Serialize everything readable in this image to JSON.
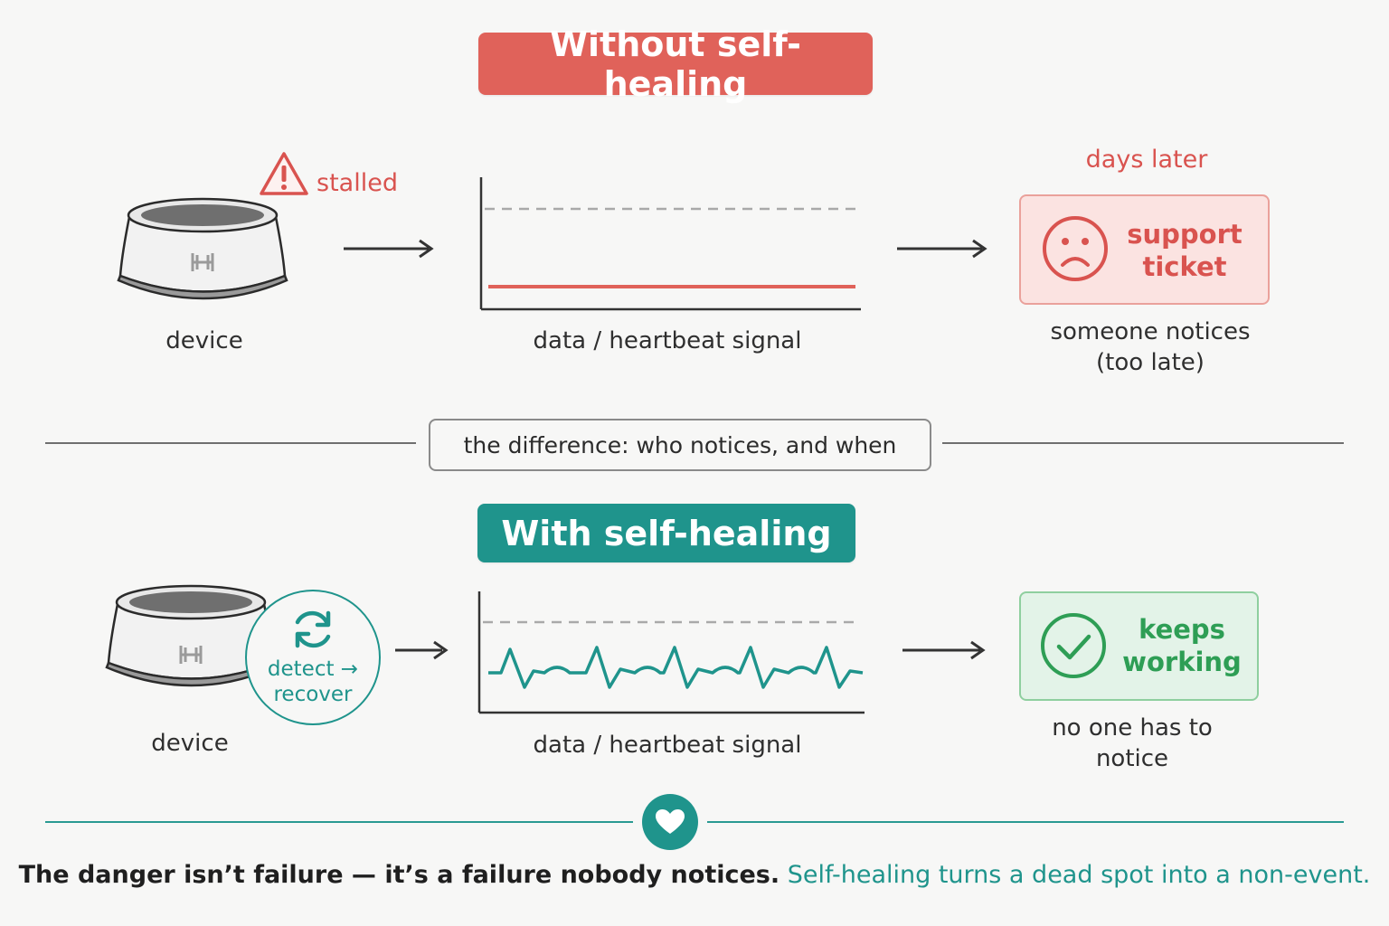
{
  "colors": {
    "red_accent": "#e0625a",
    "teal_accent": "#1f948c",
    "ticket_fill": "#fbe3e1",
    "keeps_fill": "#e3f3e8",
    "green_check": "#2e9e55"
  },
  "without": {
    "banner": "Without self-healing",
    "stalled_label": "stalled",
    "device_label": "device",
    "signal_label": "data / heartbeat signal",
    "days_later": "days later",
    "ticket_line1": "support",
    "ticket_line2": "ticket",
    "notice_line1": "someone notices",
    "notice_line2": "(too late)",
    "icons": [
      "warning-icon",
      "device-icon",
      "arrow-right-icon",
      "sad-face-icon"
    ]
  },
  "divider": {
    "text": "the difference: who notices, and when"
  },
  "with": {
    "banner": "With self-healing",
    "detect_line1": "detect →",
    "detect_line2": "recover",
    "device_label": "device",
    "signal_label": "data / heartbeat signal",
    "keeps_line1": "keeps",
    "keeps_line2": "working",
    "notice_line1": "no one has to",
    "notice_line2": "notice",
    "icons": [
      "device-icon",
      "refresh-icon",
      "arrow-right-icon",
      "checkmark-icon"
    ]
  },
  "footer": {
    "dark_text": "The danger isn’t failure — it’s a failure nobody notices.",
    "teal_text": "Self-healing turns a dead spot into a non-event.",
    "icon": "heart-icon"
  }
}
